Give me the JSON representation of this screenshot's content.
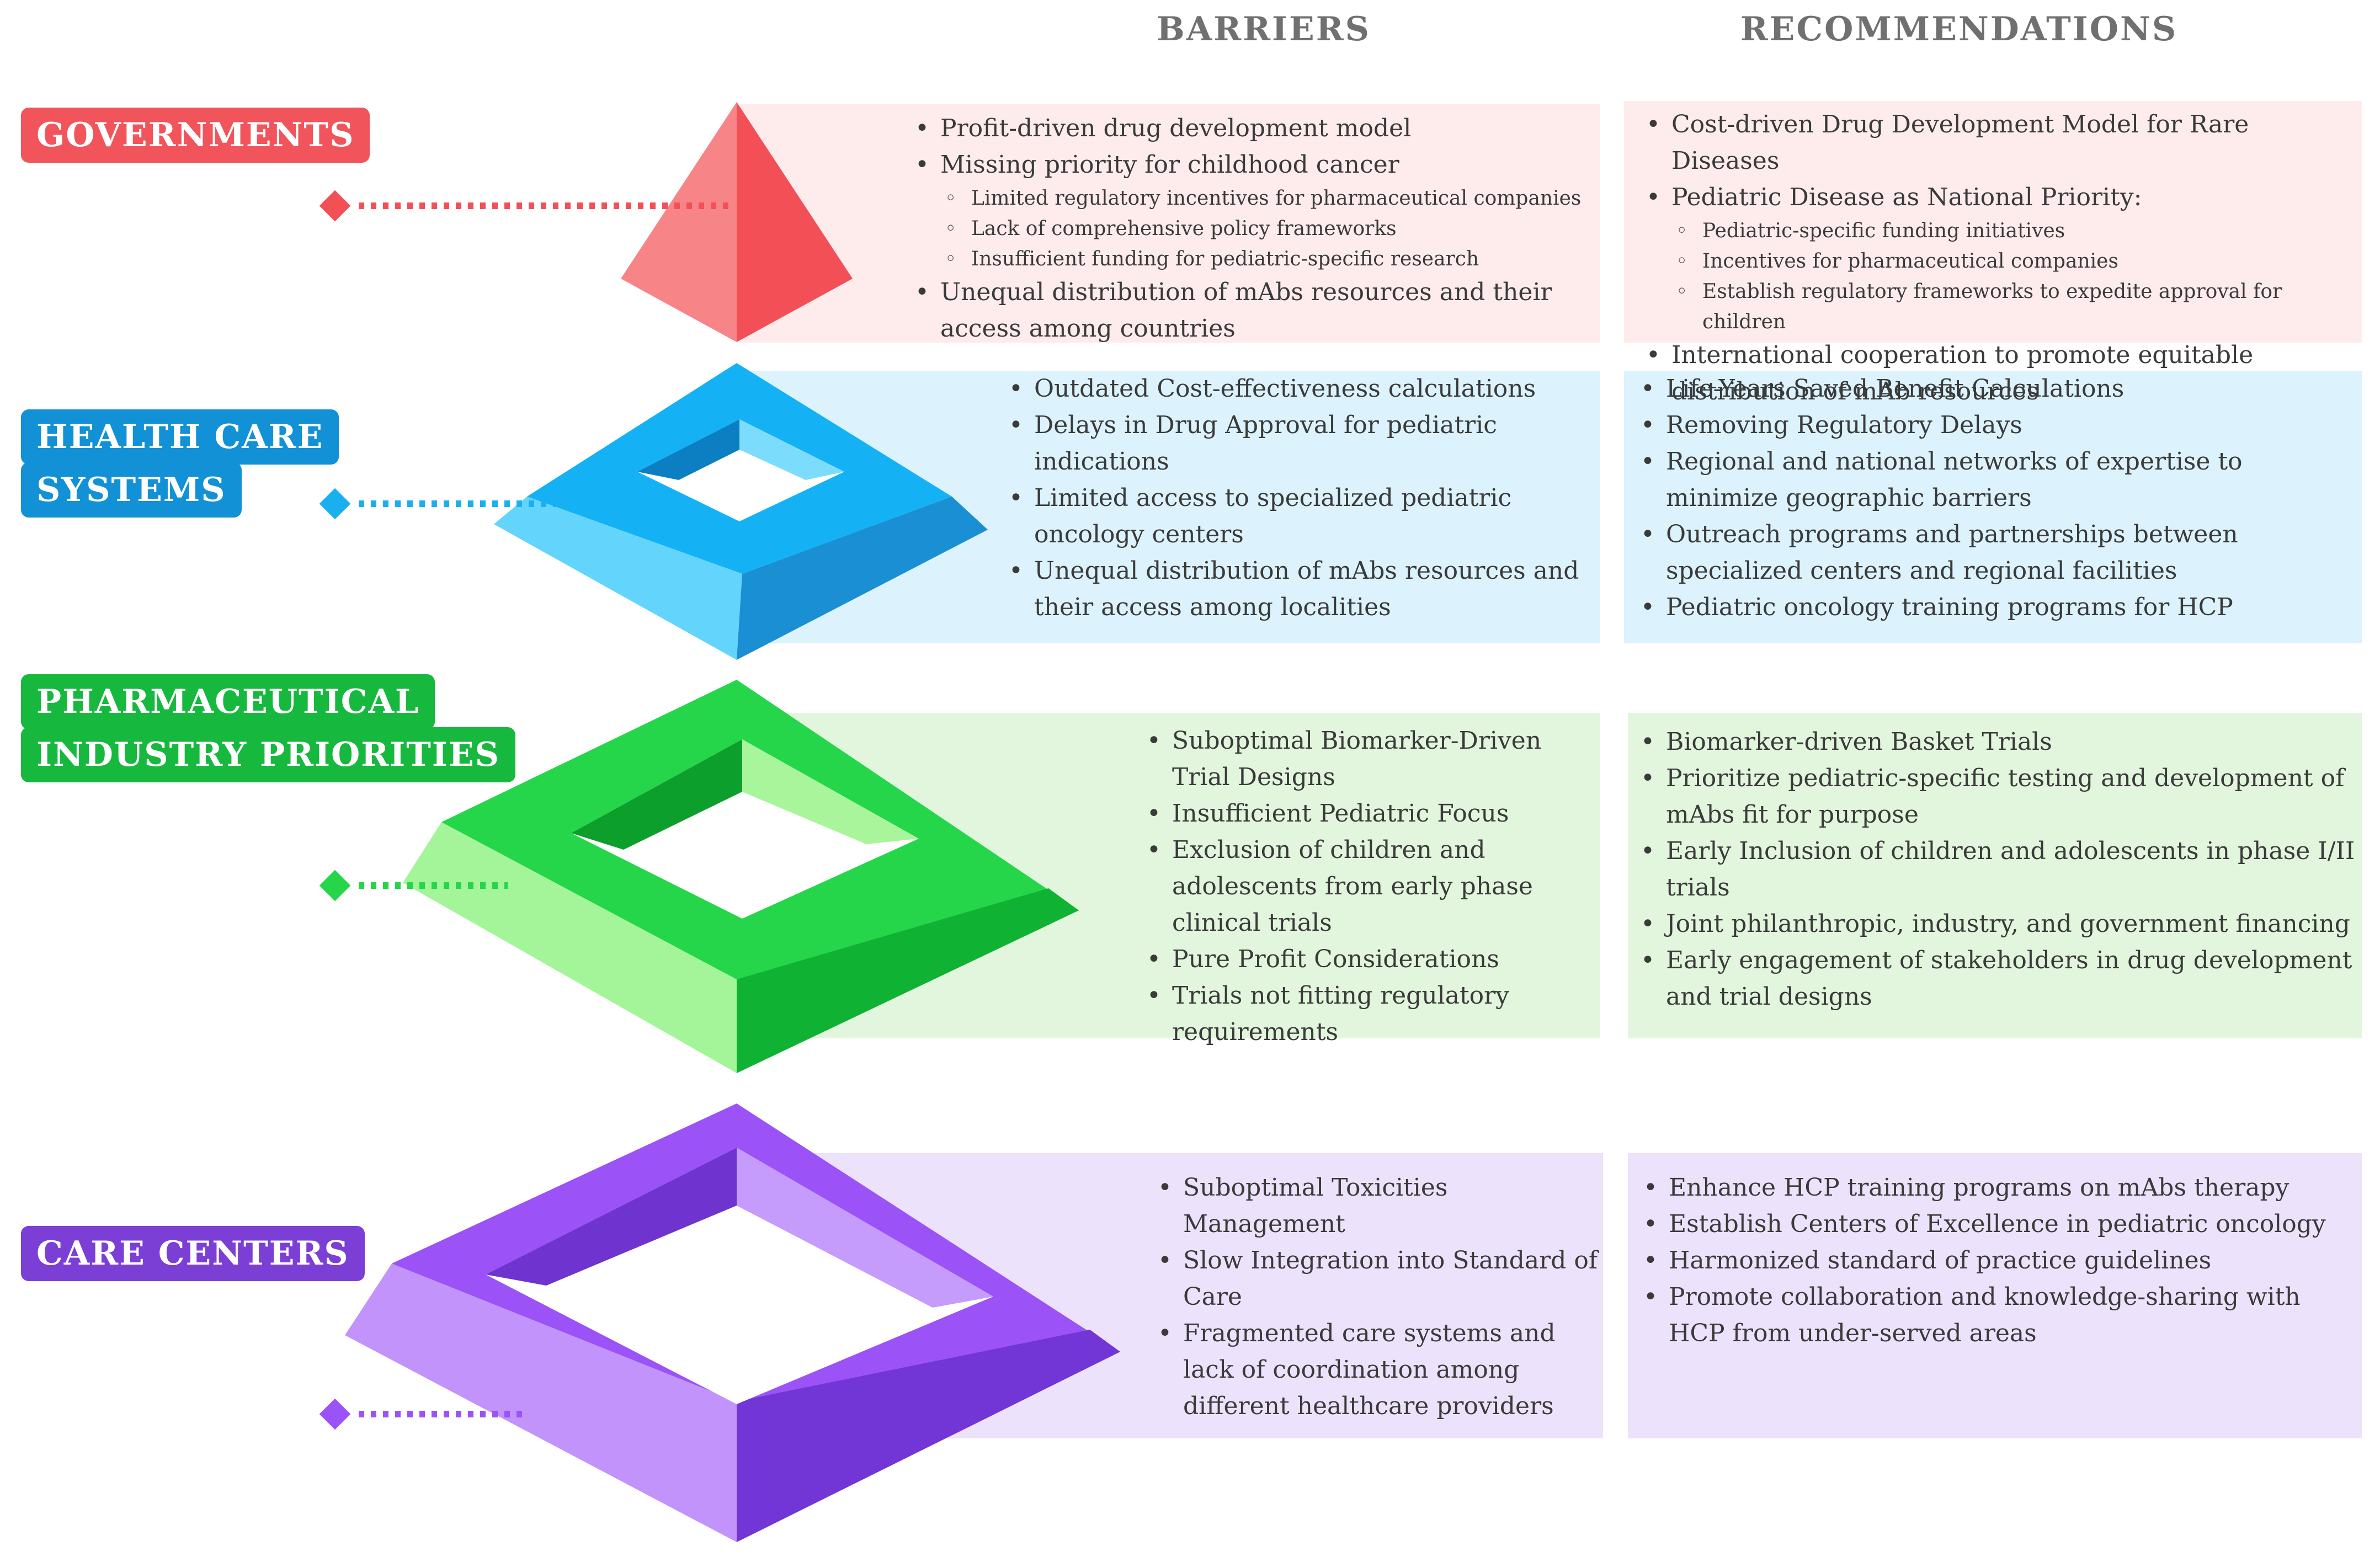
{
  "headers": {
    "barriers": "BARRIERS",
    "recommendations": "RECOMMENDATIONS"
  },
  "levels": {
    "governments": {
      "label": [
        "GOVERNMENTS"
      ],
      "color": "#f2545b",
      "barriers": [
        {
          "text": "Profit-driven drug development model"
        },
        {
          "text": "Missing priority for childhood cancer"
        },
        {
          "text": "Limited regulatory incentives for pharmaceutical companies",
          "sub": true
        },
        {
          "text": "Lack of comprehensive  policy frameworks",
          "sub": true
        },
        {
          "text": "Insufficient funding for pediatric-specific research",
          "sub": true
        },
        {
          "text": " Unequal distribution of mAbs resources and their access among countries"
        }
      ],
      "recommendations": [
        {
          "text": "Cost-driven Drug Development Model for Rare Diseases"
        },
        {
          "text": "Pediatric Disease as National Priority:"
        },
        {
          "text": "Pediatric-specific funding initiatives",
          "sub": true
        },
        {
          "text": "Incentives for pharmaceutical companies",
          "sub": true
        },
        {
          "text": " Establish regulatory frameworks to expedite approval for children",
          "sub": true
        },
        {
          "text": "International cooperation to promote equitable distribution of mAb resources"
        }
      ]
    },
    "health_care_systems": {
      "label": [
        "HEALTH CARE",
        "SYSTEMS"
      ],
      "color": "#1391d6",
      "barriers": [
        {
          "text": "Outdated Cost-effectiveness calculations"
        },
        {
          "text": "Delays in Drug Approval for pediatric indications"
        },
        {
          "text": "Limited access to specialized pediatric oncology centers"
        },
        {
          "text": "Unequal distribution of mAbs resources and their access among localities"
        }
      ],
      "recommendations": [
        {
          "text": "Life-Years Saved Benefit Calculations"
        },
        {
          "text": "Removing Regulatory Delays"
        },
        {
          "text": "Regional and national networks of expertise to minimize geographic barriers"
        },
        {
          "text": "Outreach programs and partnerships between specialized centers and regional facilities"
        },
        {
          "text": "Pediatric oncology training programs for HCP"
        }
      ]
    },
    "pharmaceutical": {
      "label": [
        "PHARMACEUTICAL",
        "INDUSTRY PRIORITIES"
      ],
      "color": "#17b83e",
      "barriers": [
        {
          "text": "Suboptimal Biomarker-Driven Trial Designs"
        },
        {
          "text": "Insufficient Pediatric Focus"
        },
        {
          "text": "Exclusion of children and adolescents from early phase clinical trials"
        },
        {
          "text": "Pure Profit Considerations"
        },
        {
          "text": "Trials not fitting regulatory requirements"
        }
      ],
      "recommendations": [
        {
          "text": "Biomarker-driven Basket Trials"
        },
        {
          "text": "Prioritize pediatric-specific testing and development of mAbs fit for purpose"
        },
        {
          "text": "Early Inclusion of children and adolescents in phase I/II trials"
        },
        {
          "text": "Joint philanthropic, industry, and government financing"
        },
        {
          "text": "Early engagement of stakeholders in drug development and trial designs"
        }
      ]
    },
    "care_centers": {
      "label": [
        "CARE CENTERS"
      ],
      "color": "#7b3fd6",
      "barriers": [
        {
          "text": "Suboptimal Toxicities Management"
        },
        {
          "text": "Slow Integration into Standard of Care"
        },
        {
          "text": "Fragmented care systems and lack of coordination among different healthcare providers"
        }
      ],
      "recommendations": [
        {
          "text": "Enhance HCP training programs on mAbs therapy"
        },
        {
          "text": "Establish Centers of Excellence in pediatric oncology"
        },
        {
          "text": "Harmonized standard of practice guidelines"
        },
        {
          "text": "Promote collaboration and knowledge-sharing with HCP from under-served areas"
        }
      ]
    }
  }
}
